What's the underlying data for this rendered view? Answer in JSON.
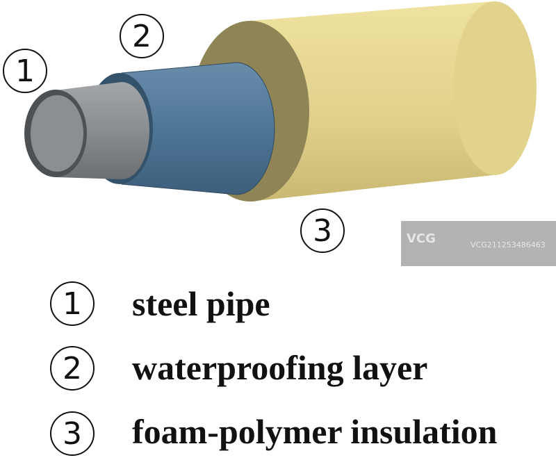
{
  "callouts": [
    "1",
    "2",
    "3"
  ],
  "legend": [
    {
      "num": "1",
      "label": "steel pipe"
    },
    {
      "num": "2",
      "label": "waterproofing layer"
    },
    {
      "num": "3",
      "label": "foam-polymer insulation"
    }
  ],
  "watermark": {
    "logo": "VCG",
    "id": "VCG211253486463"
  },
  "colors": {
    "steel": "#8a8d90",
    "waterproof": "#4f7593",
    "foam": "#e2d38c"
  }
}
